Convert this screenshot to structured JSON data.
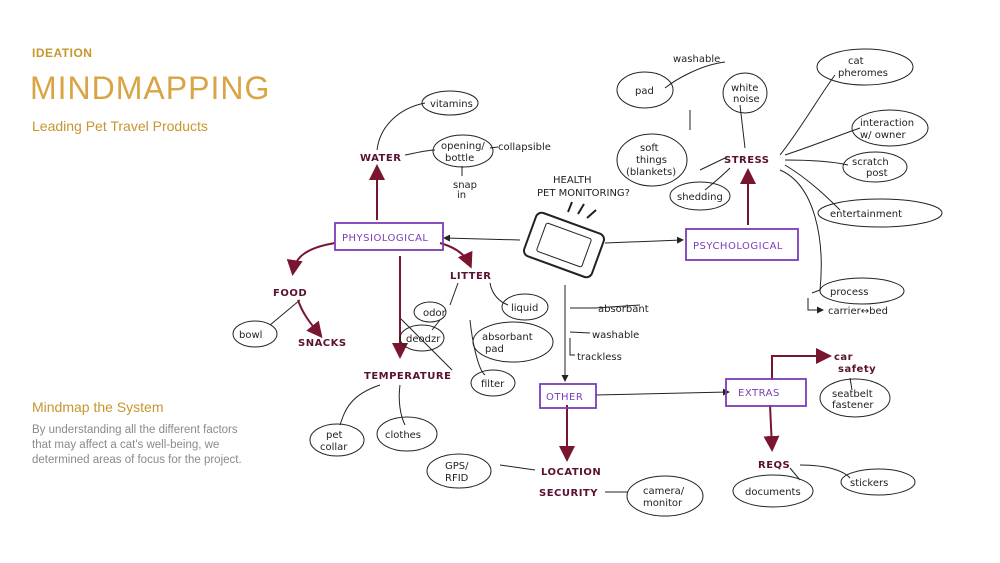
{
  "header": {
    "eyebrow": "IDEATION",
    "title": "MINDMAPPING",
    "subtitle": "Leading Pet Travel Products"
  },
  "sidebar": {
    "heading": "Mindmap the System",
    "body": "By understanding all the different factors that may affect a cat's well-being, we determined areas of focus for the project."
  },
  "mindmap": {
    "center": {
      "label_1": "HEALTH",
      "label_2": "PET MONITORING?"
    },
    "physiological": "PHYSIOLOGICAL",
    "psychological": "PSYCHOLOGICAL",
    "other": "OTHER",
    "extras": "EXTRAS",
    "water": "WATER",
    "vitamins": "vitamins",
    "opening_bottle_1": "opening/",
    "opening_bottle_2": "bottle",
    "collapsible": "collapsible",
    "snap_in_1": "snap",
    "snap_in_2": "in",
    "litter": "LITTER",
    "odor": "odor",
    "deodzr": "deodzr",
    "liquid": "liquid",
    "absorbant_pad_1": "absorbant",
    "absorbant_pad_2": "pad",
    "filter": "filter",
    "food": "FOOD",
    "bowl": "bowl",
    "snacks": "SNACKS",
    "temperature": "TEMPERATURE",
    "pet_collar_1": "pet",
    "pet_collar_2": "collar",
    "clothes": "clothes",
    "absorbant": "absorbant",
    "washable": "washable",
    "trackless": "trackless",
    "location": "LOCATION",
    "security": "SECURITY",
    "gps_rfid_1": "GPS/",
    "gps_rfid_2": "RFID",
    "camera_monitor_1": "camera/",
    "camera_monitor_2": "monitor",
    "car_safety_1": "car",
    "car_safety_2": "safety",
    "seatbelt_fastener_1": "seatbelt",
    "seatbelt_fastener_2": "fastener",
    "reqs": "REQS",
    "documents": "documents",
    "stickers": "stickers",
    "stress": "STRESS",
    "pad": "pad",
    "pad_washable": "washable",
    "white_noise_1": "white",
    "white_noise_2": "noise",
    "soft_things_1": "soft",
    "soft_things_2": "things",
    "soft_things_3": "(blankets)",
    "shedding": "shedding",
    "cat_pheromes_1": "cat",
    "cat_pheromes_2": "pheromes",
    "interaction_1": "interaction",
    "interaction_2": "w/ owner",
    "scratch_post_1": "scratch",
    "scratch_post_2": "post",
    "entertainment": "entertainment",
    "process": "process",
    "carrier_bed": "carrier↔bed"
  },
  "colors": {
    "accent": "#d9a443",
    "arrow": "#7a1530",
    "box_stroke": "#7a3db8",
    "ink": "#222222"
  }
}
